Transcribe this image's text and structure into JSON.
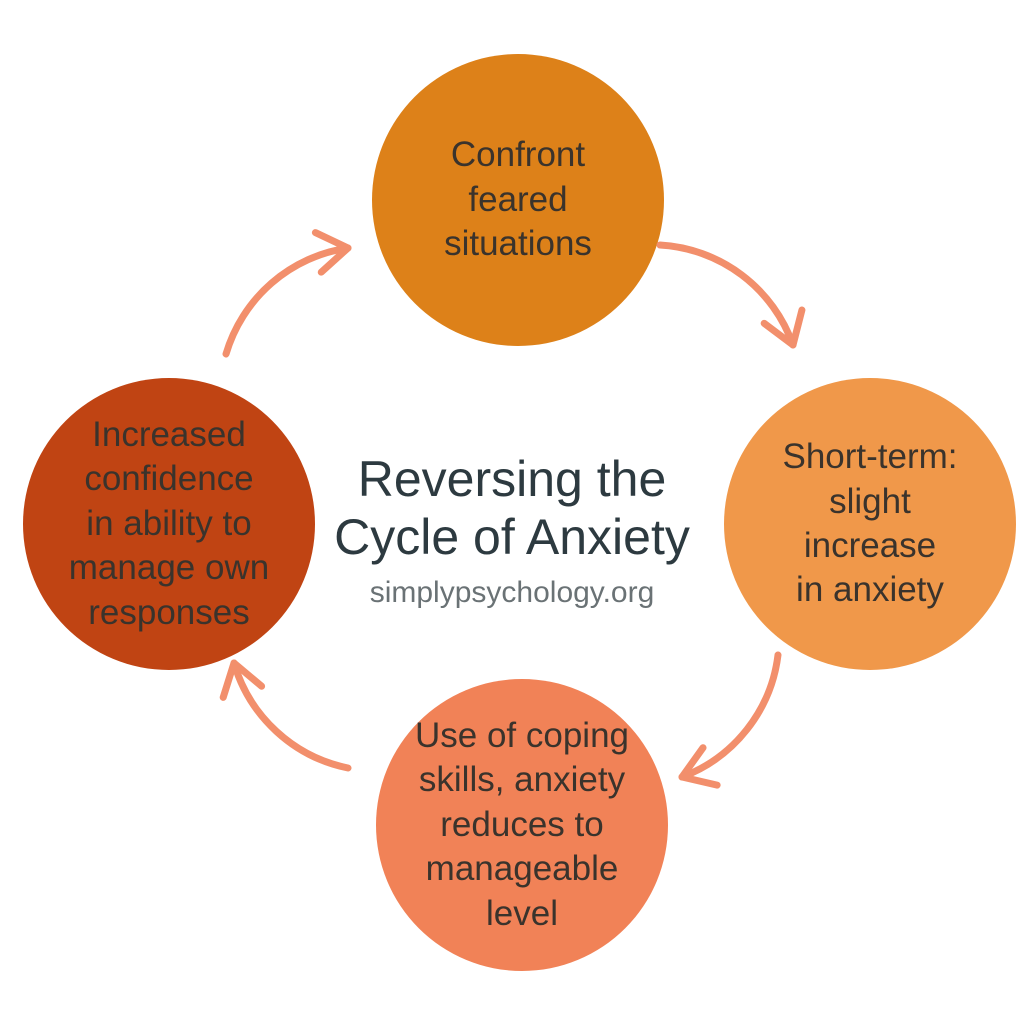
{
  "diagram": {
    "title_lines": [
      "Reversing the",
      "Cycle of Anxiety"
    ],
    "source": "simplypsychology.org",
    "direction": "clockwise",
    "nodes": [
      {
        "position": "top",
        "label": [
          "Confront",
          "feared",
          "situations"
        ],
        "color": "#dd8119"
      },
      {
        "position": "right",
        "label": [
          "Short-term:",
          "slight",
          "increase",
          "in anxiety"
        ],
        "color": "#f0984a"
      },
      {
        "position": "bottom",
        "label": [
          "Use of coping",
          "skills, anxiety",
          "reduces to",
          "manageable",
          "level"
        ],
        "color": "#f18257"
      },
      {
        "position": "left",
        "label": [
          "Increased",
          "confidence",
          "in ability to",
          "manage own",
          "responses"
        ],
        "color": "#c04413"
      }
    ]
  },
  "colors": {
    "background": "#ffffff",
    "arrow": "#f28f6c",
    "title_text": "#2d3a40",
    "source_text": "#6a7275",
    "node_text": "#3a332c"
  }
}
